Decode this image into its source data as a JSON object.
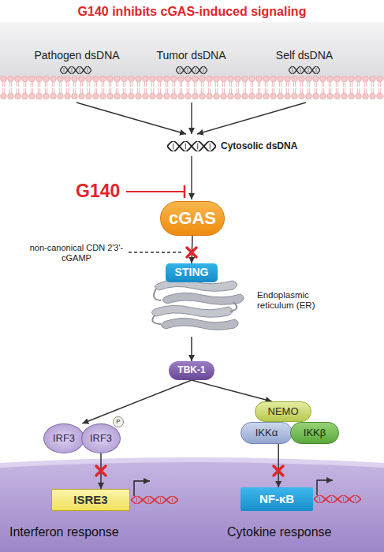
{
  "diagram": {
    "title": "G140 inhibits cGAS-induced signaling",
    "nodes": [
      {
        "text": [
          "cGAS"
        ]
      },
      {
        "text": [
          "STING"
        ]
      },
      {
        "text": [
          "TBK-1"
        ]
      },
      {
        "text": [
          "IRF3"
        ]
      },
      {
        "text": [
          "IRF3"
        ]
      },
      {
        "text": [
          "P"
        ]
      },
      {
        "text": [
          "NEMO"
        ]
      },
      {
        "text": [
          "IKKα"
        ]
      },
      {
        "text": [
          "IKKβ"
        ]
      },
      {
        "text": [
          "ISRE3"
        ]
      },
      {
        "text": [
          "NF-κB"
        ]
      }
    ],
    "edges": [
      {
        "from": 0,
        "to": 1,
        "arrow": "to"
      },
      {
        "from": 1,
        "to": 2,
        "arrow": "to"
      },
      {
        "from": 2,
        "to": 3,
        "arrow": "to"
      },
      {
        "from": 2,
        "to": 6,
        "arrow": "to"
      },
      {
        "from": 4,
        "to": 9,
        "arrow": "to"
      },
      {
        "from": 7,
        "to": 10,
        "arrow": "to"
      }
    ],
    "labels": [
      "Pathogen dsDNA",
      "Tumor dsDNA",
      "Self dsDNA",
      "Cytosolic dsDNA",
      "G140",
      "non-canonical CDN 2'3'-cGAMP",
      "Endoplasmic reticulum (ER)",
      "Interferon response",
      "Cytokine response"
    ]
  }
}
